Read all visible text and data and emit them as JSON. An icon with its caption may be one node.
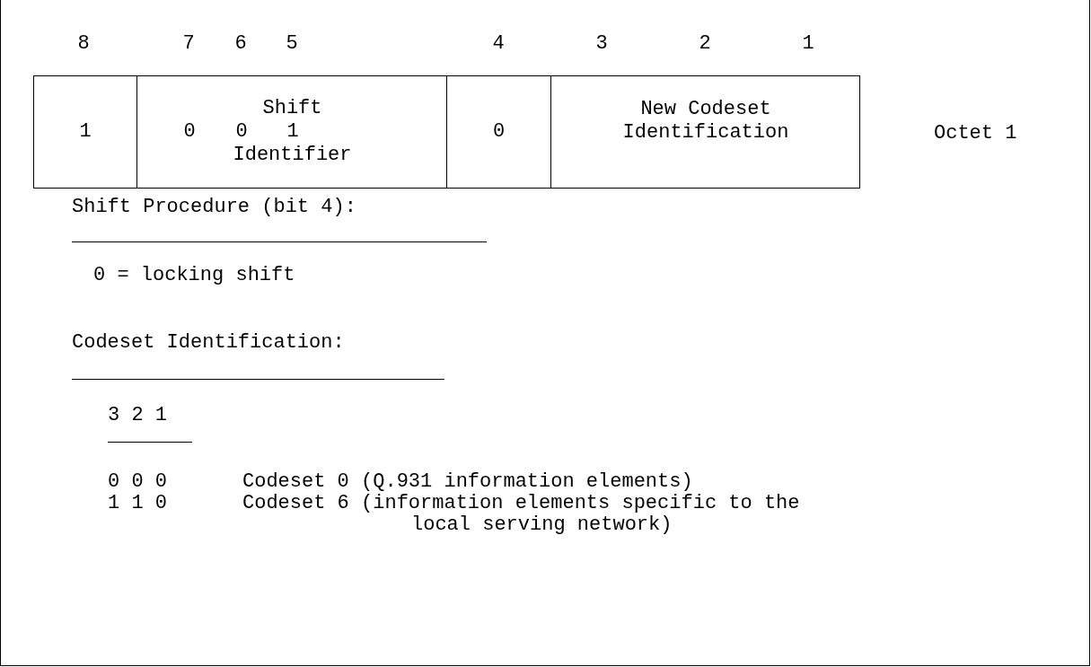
{
  "diagram": {
    "nodes": [
      {
        "text": [
          "1"
        ]
      },
      {
        "text": [
          "Shift",
          "0",
          "0",
          "1",
          "Identifier"
        ]
      },
      {
        "text": [
          "0"
        ]
      },
      {
        "text": [
          "New Codeset Identification"
        ]
      }
    ],
    "labels": [
      "8",
      "7",
      "6",
      "5",
      "4",
      "3",
      "2",
      "1",
      "Octet 1",
      "Shift Procedure (bit 4):",
      "0 = locking shift",
      "Codeset Identification:",
      "3 2 1",
      "0 0 0",
      "Codeset 0 (Q.931 information elements)",
      "1 1 0",
      "Codeset 6 (information elements specific to the local serving network)"
    ]
  }
}
